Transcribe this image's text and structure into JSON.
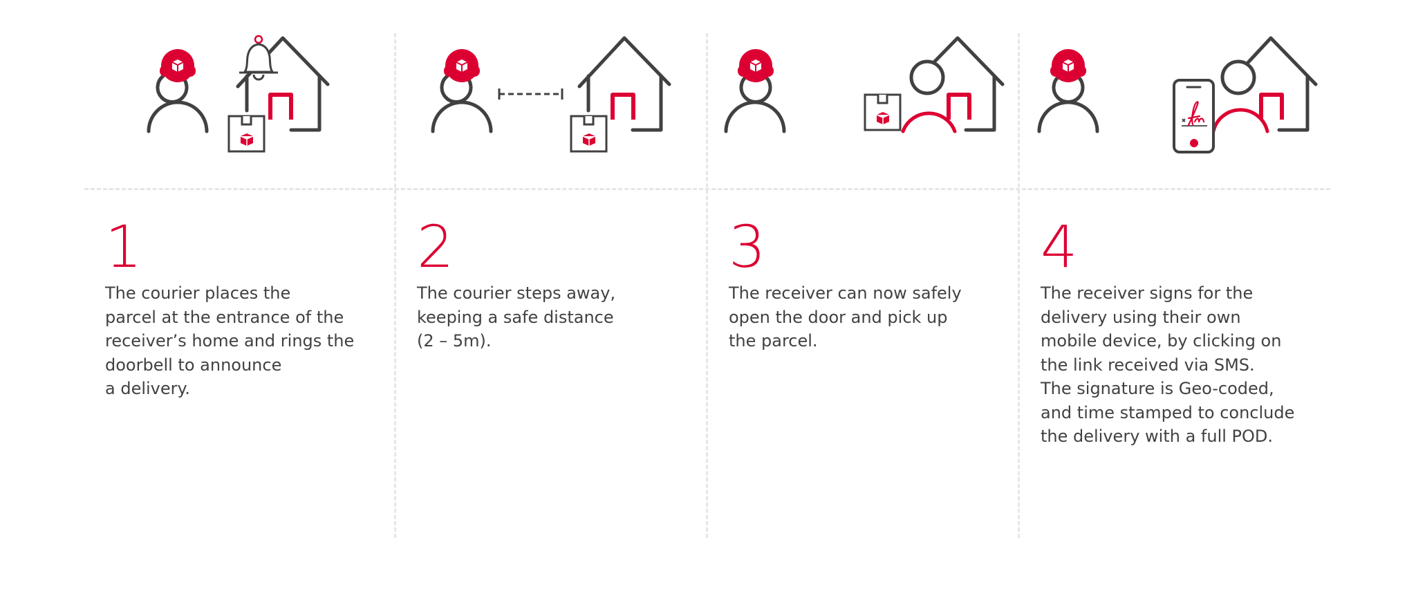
{
  "colors": {
    "accent": "#dc0032",
    "icon_stroke": "#414141",
    "text": "#414141",
    "divider": "#e6e6e6"
  },
  "steps": [
    {
      "number": "1",
      "lines": [
        "The courier places the",
        "parcel at the entrance of the",
        "receiver’s home and rings the",
        "doorbell to announce",
        "a delivery."
      ],
      "icons": [
        "courier-icon",
        "bell-icon",
        "parcel-icon",
        "house-icon"
      ]
    },
    {
      "number": "2",
      "lines": [
        "The courier steps away,",
        "keeping a safe distance",
        "(2 – 5m)."
      ],
      "icons": [
        "courier-icon",
        "distance-icon",
        "parcel-icon",
        "house-icon"
      ]
    },
    {
      "number": "3",
      "lines": [
        "The receiver can now safely",
        "open the door and pick up",
        "the parcel."
      ],
      "icons": [
        "courier-icon",
        "parcel-icon",
        "receiver-icon",
        "house-icon"
      ]
    },
    {
      "number": "4",
      "lines": [
        "The receiver signs for the",
        "delivery using their own",
        "mobile device, by clicking on",
        "the link received via SMS.",
        "The signature is Geo-coded,",
        "and time stamped to conclude",
        "the delivery with a full POD."
      ],
      "icons": [
        "courier-icon",
        "mobile-signature-icon",
        "receiver-icon",
        "house-icon"
      ]
    }
  ]
}
